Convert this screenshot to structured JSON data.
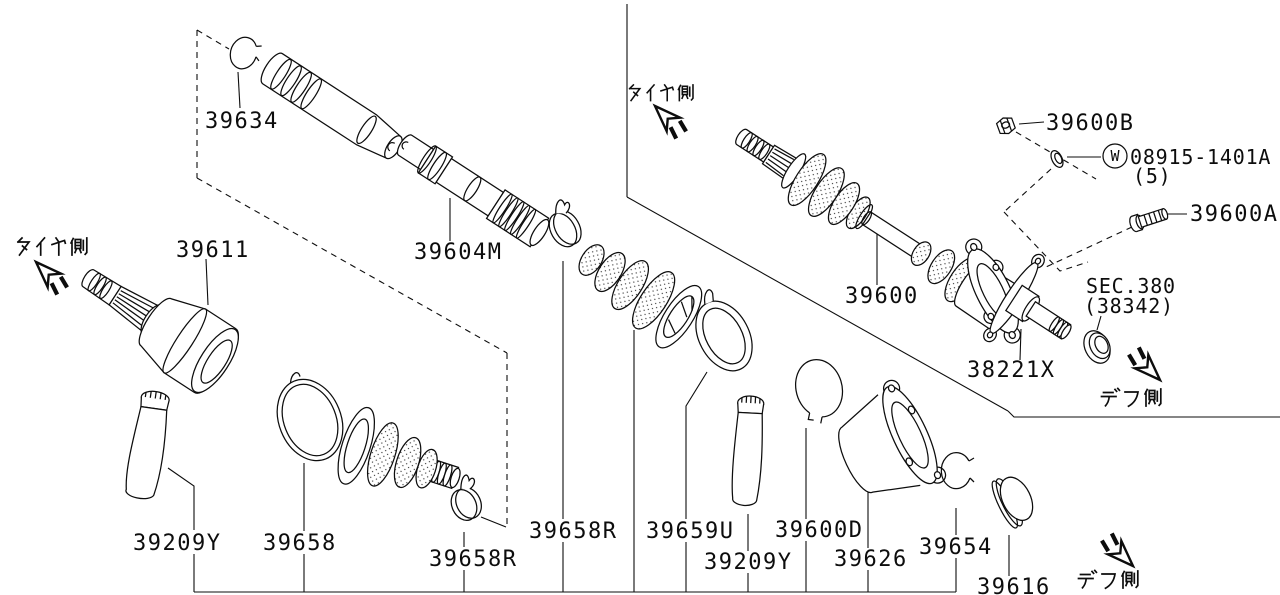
{
  "diagram": {
    "background": "#ffffff",
    "line_color": "#0d0d0d"
  },
  "labels": {
    "p39634": "39634",
    "p39604M": "39604M",
    "p39611": "39611",
    "p39600B": "39600B",
    "washer_part": "08915-1401A",
    "washer_qty": "(5)",
    "p39600A": "39600A",
    "sec_ref": "SEC.380",
    "sec_num": "(38342)",
    "p38221X": "38221X",
    "p39600": "39600",
    "p39209Y_left": "39209Y",
    "p39658": "39658",
    "p39658R_left": "39658R",
    "p39658R_mid": "39658R",
    "p39659U": "39659U",
    "p39209Y_mid": "39209Y",
    "p39600D": "39600D",
    "p39626": "39626",
    "p39654": "39654",
    "p39616": "39616"
  },
  "jp_labels": {
    "tire_side": "タイヤ側",
    "diff_side": "デフ側"
  },
  "symbols": {
    "washer_marker": "W"
  }
}
